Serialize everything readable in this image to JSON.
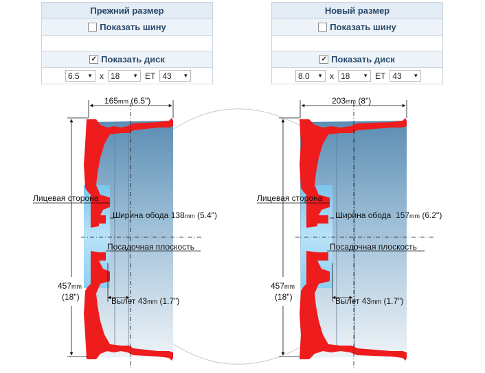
{
  "left_panel": {
    "title": "Прежний размер",
    "show_tire_label": "Показать шину",
    "show_tire_checked": false,
    "show_wheel_label": "Показать диск",
    "show_wheel_checked": true,
    "width_value": "6.5",
    "x_label": "x",
    "diameter_value": "18",
    "et_label": "ET",
    "et_value": "43"
  },
  "right_panel": {
    "title": "Новый размер",
    "show_tire_label": "Показать шину",
    "show_tire_checked": false,
    "show_wheel_label": "Показать диск",
    "show_wheel_checked": true,
    "width_value": "8.0",
    "x_label": "x",
    "diameter_value": "18",
    "et_label": "ET",
    "et_value": "43"
  },
  "left_diagram": {
    "overall_width_num": "165",
    "overall_width_unit": "mm",
    "overall_width_in": " (6.5\")",
    "face_label": "Лицевая сторона",
    "rim_width_label": "Ширина обода ",
    "rim_width_num": "138",
    "rim_width_unit": "mm",
    "rim_width_in": " (5.4\")",
    "mount_label": "Посадочная плоскость",
    "diameter_num": "457",
    "diameter_unit": "mm",
    "diameter_in": "(18\")",
    "offset_label": "Вылет ",
    "offset_num": "43",
    "offset_unit": "mm",
    "offset_in": " (1.7\")"
  },
  "right_diagram": {
    "overall_width_num": "203",
    "overall_width_unit": "mm",
    "overall_width_in": " (8\")",
    "face_label": "Лицевая сторона",
    "rim_width_label": "Ширина обода  ",
    "rim_width_num": "157",
    "rim_width_unit": "mm",
    "rim_width_in": " (6.2\")",
    "mount_label": "Посадочная плоскость",
    "diameter_num": "457",
    "diameter_unit": "mm",
    "diameter_in": "(18\")",
    "offset_label": "Вылет ",
    "offset_num": "43",
    "offset_unit": "mm",
    "offset_in": " (1.7\")"
  },
  "colors": {
    "rim_red": "#ee1c1c",
    "barrel_blue": "#6e9ec0",
    "hub_blue": "#8fd0f2",
    "panel_border": "#c9d6e4"
  }
}
